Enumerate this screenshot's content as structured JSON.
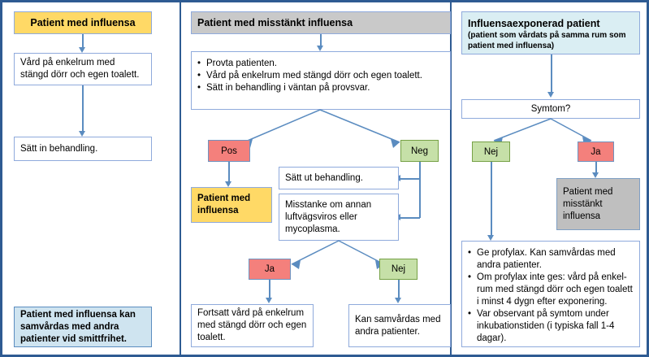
{
  "diagram": {
    "title": "Handlaggning influensa flodesschema",
    "colors": {
      "frame": "#2e5b92",
      "connector": "#5b8cc0",
      "box_border": "#8faadc",
      "yellow": "#ffd966",
      "grey": "#c9c9c9",
      "light_blue": "#daeef3",
      "red": "#f4807c",
      "green": "#c6e0a8"
    }
  },
  "left_column": {
    "header": "Patient med influensa",
    "step1": "Vård på enkelrum med stängd dörr och egen toalett.",
    "step2": "Sätt in behandling.",
    "footer": "Patient med influensa kan samvårdas med andra patienter vid smittfrihet."
  },
  "middle_column": {
    "header": "Patient med misstänkt influensa",
    "actions": [
      "Provta patienten.",
      "Vård på enkelrum med stängd dörr och egen toalett.",
      "Sätt in behandling i väntan på provsvar."
    ],
    "branch_pos": "Pos",
    "branch_neg": "Neg",
    "pos_result": "Patient med influensa",
    "neg_action_1": "Sätt ut behandling.",
    "neg_action_2": "Misstanke om annan luftvägsviros eller mycoplasma.",
    "branch_ja": "Ja",
    "branch_nej": "Nej",
    "ja_result": "Fortsatt vård på enkelrum med stängd dörr och egen toalett.",
    "nej_result": "Kan samvårdas med andra patienter."
  },
  "right_column": {
    "header_title": "Influensaexponerad patient",
    "header_sub": "(patient som vårdats på samma rum som patient med influensa)",
    "question": "Symtom?",
    "branch_nej": "Nej",
    "branch_ja": "Ja",
    "ja_result": "Patient med misstänkt influensa",
    "nej_actions": [
      "Ge profylax. Kan samvårdas med andra patienter.",
      "Om profylax inte ges: vård på enkel-rum med stängd dörr och egen toalett i minst 4 dygn efter exponering.",
      "Var observant på symtom under inkubationstiden (i typiska fall 1-4 dagar)."
    ]
  }
}
